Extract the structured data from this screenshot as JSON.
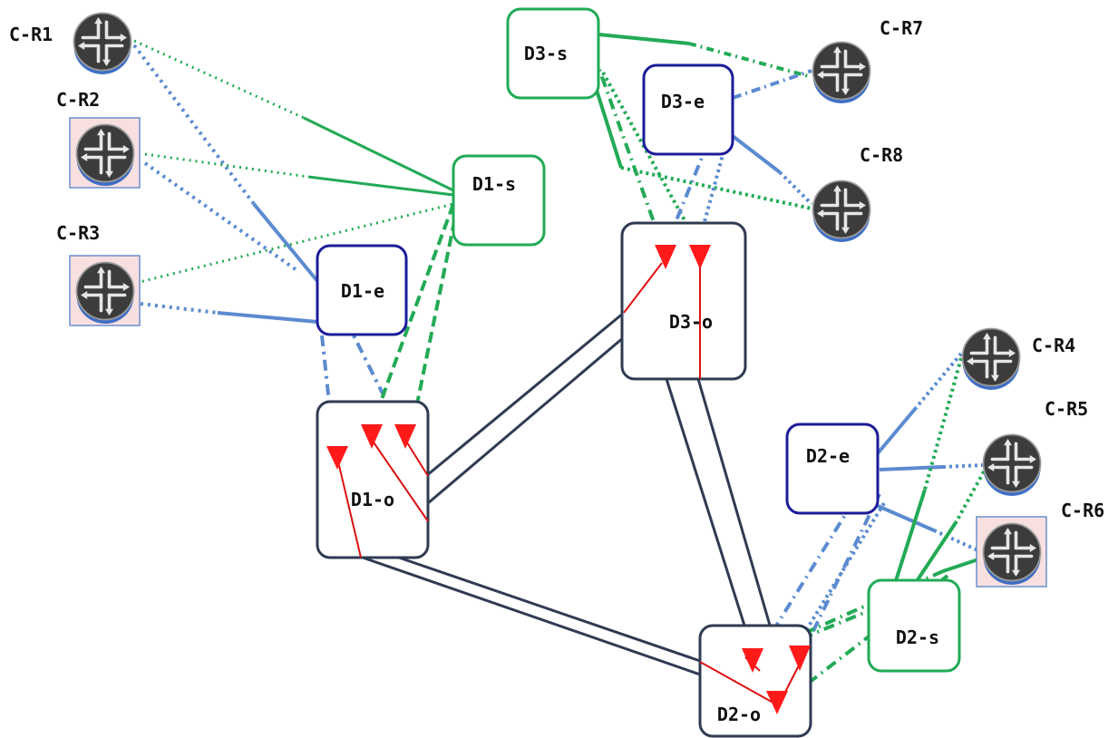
{
  "colors": {
    "green": "#22aa55",
    "blue_line": "#5b8bd0",
    "navy_box": "#1c1c99",
    "dark_box": "#2f3b52",
    "red": "#ff1a1a",
    "router_fill": "#3c3c3c"
  },
  "routers": [
    {
      "id": "cr1",
      "label": "C-R1",
      "icon": "router-icon"
    },
    {
      "id": "cr2",
      "label": "C-R2",
      "icon": "router-icon"
    },
    {
      "id": "cr3",
      "label": "C-R3",
      "icon": "router-icon"
    },
    {
      "id": "cr4",
      "label": "C-R4",
      "icon": "router-icon"
    },
    {
      "id": "cr5",
      "label": "C-R5",
      "icon": "router-icon"
    },
    {
      "id": "cr6",
      "label": "C-R6",
      "icon": "router-icon"
    },
    {
      "id": "cr7",
      "label": "C-R7",
      "icon": "router-icon"
    },
    {
      "id": "cr8",
      "label": "C-R8",
      "icon": "router-icon"
    }
  ],
  "nodes": {
    "d1s": "D1-s",
    "d1e": "D1-e",
    "d1o": "D1-o",
    "d2s": "D2-s",
    "d2e": "D2-e",
    "d2o": "D2-o",
    "d3s": "D3-s",
    "d3e": "D3-e",
    "d3o": "D3-o"
  }
}
